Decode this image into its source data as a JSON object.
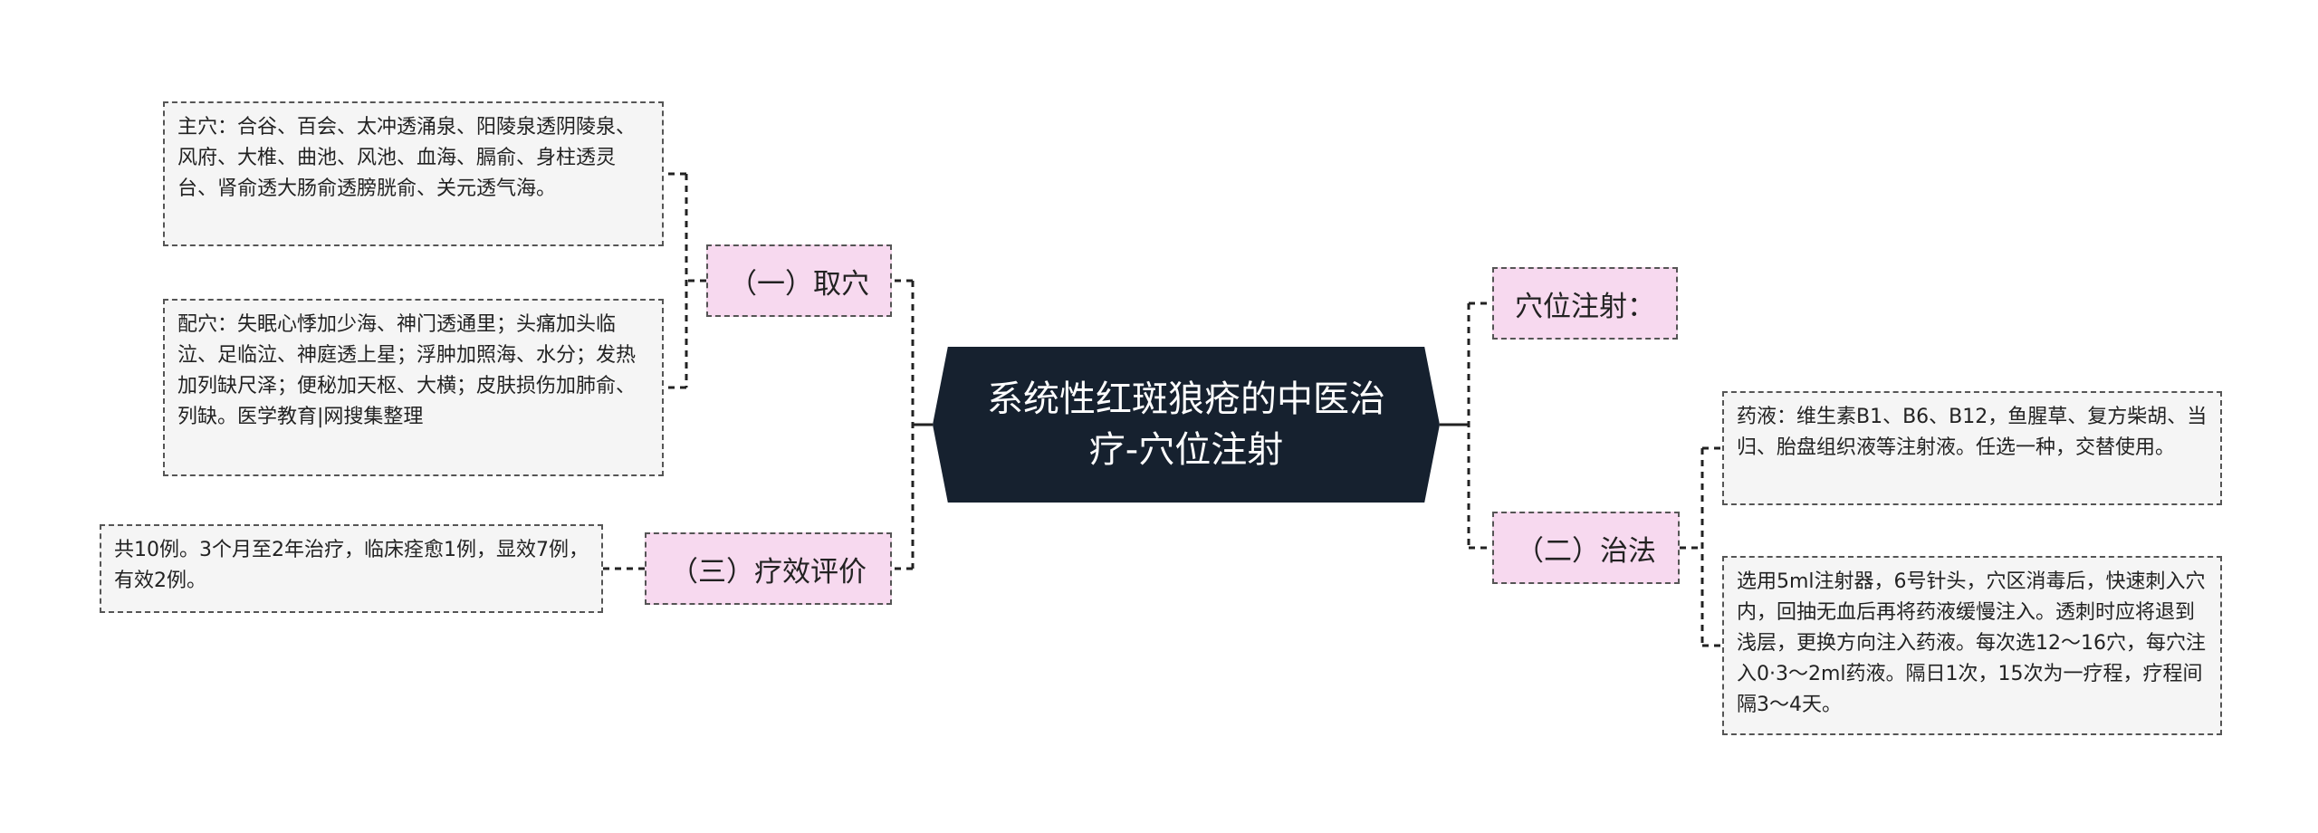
{
  "central": {
    "title_line1": "系统性红斑狼疮的中医治",
    "title_line2": "疗-穴位注射"
  },
  "left": {
    "branch1": {
      "label": "（一）取穴",
      "leaf_main": "主穴：合谷、百会、太冲透涌泉、阳陵泉透阴陵泉、风府、大椎、曲池、风池、血海、膈俞、身柱透灵台、肾俞透大肠俞透膀胱俞、关元透气海。",
      "leaf_aux": "配穴：失眠心悸加少海、神门透通里；头痛加头临泣、足临泣、神庭透上星；浮肿加照海、水分；发热加列缺尺泽；便秘加天枢、大横；皮肤损伤加肺俞、列缺。医学教育|网搜集整理"
    },
    "branch3": {
      "label": "（三）疗效评价",
      "leaf": "共10例。3个月至2年治疗，临床痊愈1例，显效7例，有效2例。"
    }
  },
  "right": {
    "branch_a": {
      "label": "穴位注射："
    },
    "branch2": {
      "label": "（二）治法",
      "leaf_drug": "药液：维生素B1、B6、B12，鱼腥草、复方柴胡、当归、胎盘组织液等注射液。任选一种，交替使用。",
      "leaf_method": "选用5ml注射器，6号针头，穴区消毒后，快速刺入穴内，回抽无血后再将药液缓慢注入。透刺时应将退到浅层，更换方向注入药液。每次选12～16穴，每穴注入0·3～2ml药液。隔日1次，15次为一疗程，疗程间隔3～4天。"
    }
  },
  "colors": {
    "central_bg": "#16212f",
    "branch_bg": "#f7d9ef",
    "leaf_bg": "#f5f5f5",
    "connector": "#222222"
  }
}
